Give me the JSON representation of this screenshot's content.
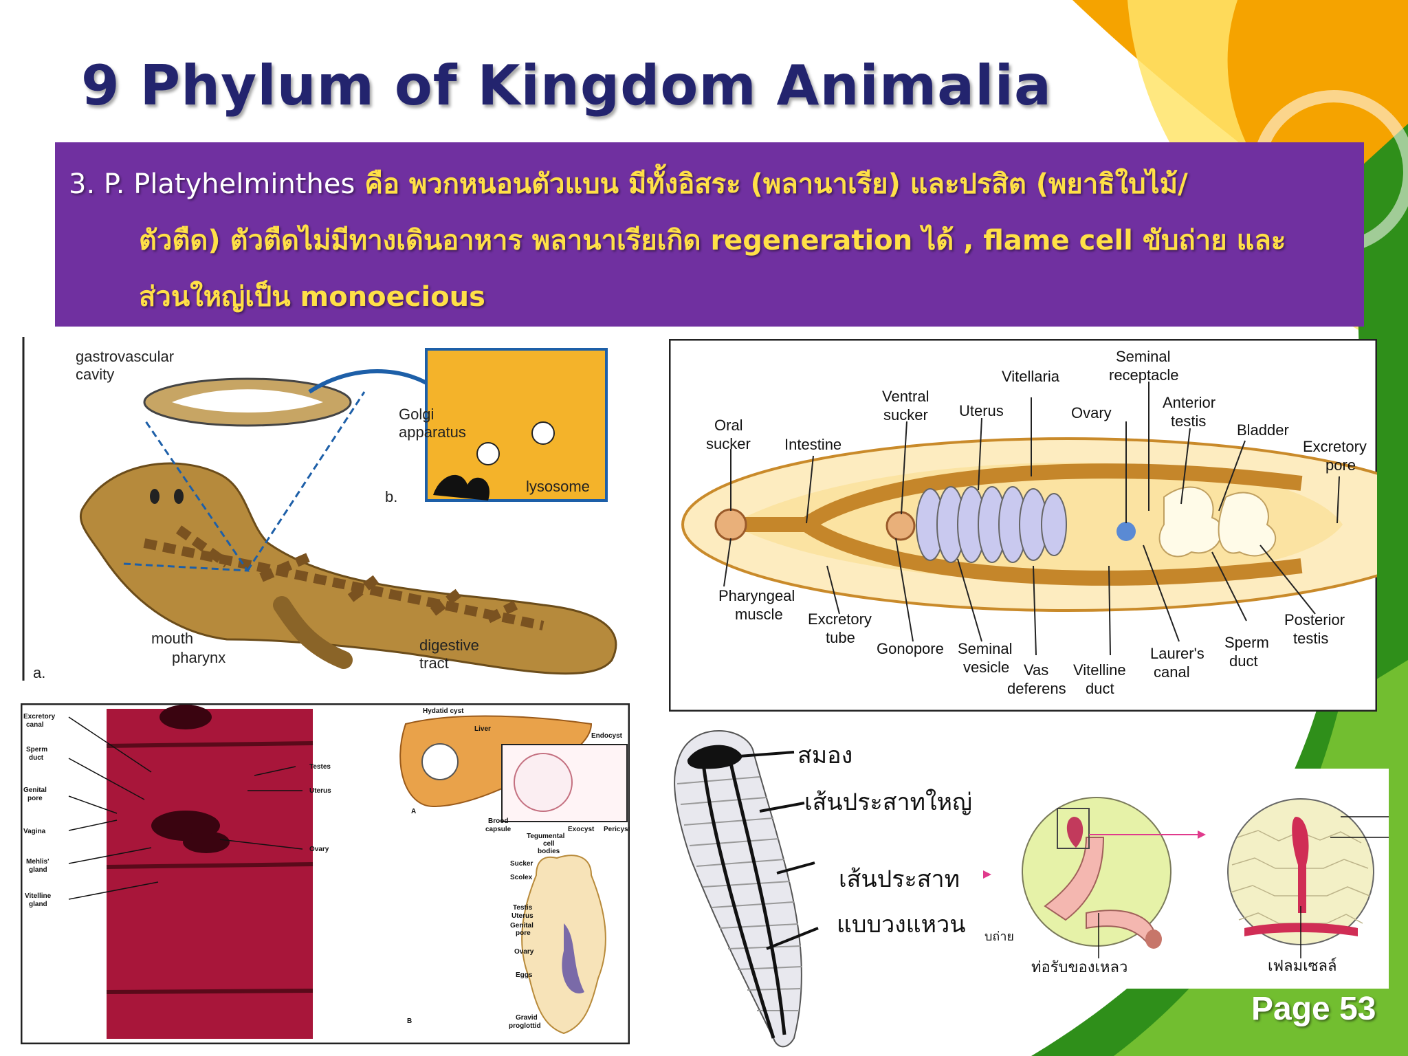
{
  "slide": {
    "title": "9 Phylum of Kingdom Animalia",
    "page_label": "Page 53",
    "colors": {
      "title": "#23246e",
      "banner": "#7030a0",
      "banner_text": "#ffe047",
      "green": "#2f8f1a",
      "orange": "#f2a200"
    }
  },
  "banner": {
    "lead": "3. P. Platyhelminthes",
    "line1": "คือ พวกหนอนตัวแบน มีทั้งอิสระ (พลานาเรีย) และปรสิต (พยาธิใบไม้/",
    "line2": "ตัวตืด) ตัวตืดไม่มีทางเดินอาหาร พลานาเรียเกิด regeneration ได้ , flame cell ขับถ่าย และ",
    "line3": "ส่วนใหญ่เป็น monoecious"
  },
  "planaria": {
    "gastro_1": "gastrovascular",
    "gastro_2": "cavity",
    "golgi_1": "Golgi",
    "golgi_2": "apparatus",
    "lysosome": "lysosome",
    "b": "b.",
    "mouth": "mouth",
    "pharynx": "pharynx",
    "digestive_1": "digestive",
    "digestive_2": "tract",
    "a": "a."
  },
  "fluke": {
    "oral_1": "Oral",
    "oral_2": "sucker",
    "intestine": "Intestine",
    "ventral_1": "Ventral",
    "ventral_2": "sucker",
    "uterus": "Uterus",
    "vitellaria": "Vitellaria",
    "seminal_rec_1": "Seminal",
    "seminal_rec_2": "receptacle",
    "ovary": "Ovary",
    "anterior_1": "Anterior",
    "anterior_2": "testis",
    "bladder": "Bladder",
    "excretory_pore_1": "Excretory",
    "excretory_pore_2": "pore",
    "pharyngeal_1": "Pharyngeal",
    "pharyngeal_2": "muscle",
    "excretory_tube_1": "Excretory",
    "excretory_tube_2": "tube",
    "gonopore": "Gonopore",
    "seminal_ves_1": "Seminal",
    "seminal_ves_2": "vesicle",
    "vas_1": "Vas",
    "vas_2": "deferens",
    "vitelline_1": "Vitelline",
    "vitelline_2": "duct",
    "laurer_1": "Laurer's",
    "laurer_2": "canal",
    "sperm_1": "Sperm",
    "sperm_2": "duct",
    "posterior_1": "Posterior",
    "posterior_2": "testis"
  },
  "tapeworm": {
    "excretory_1": "Excretory",
    "excretory_2": "canal",
    "sperm_1": "Sperm",
    "sperm_2": "duct",
    "genital_1": "Genital",
    "genital_2": "pore",
    "vagina": "Vagina",
    "mehlis_1": "Mehlis'",
    "mehlis_2": "gland",
    "vitelline_1": "Vitelline",
    "vitelline_2": "gland",
    "testes": "Testes",
    "uterus": "Uterus",
    "ovary": "Ovary",
    "hydatid": "Hydatid cyst",
    "liver": "Liver",
    "endocyst": "Endocyst",
    "a": "A",
    "brood_1": "Brood",
    "brood_2": "capsule",
    "tegumental_1": "Tegumental",
    "tegumental_2": "cell",
    "tegumental_3": "bodies",
    "exocyst": "Exocyst",
    "pericyst": "Pericyst",
    "sucker": "Sucker",
    "scolex": "Scolex",
    "testis": "Testis",
    "uterus_b": "Uterus",
    "genital_b_1": "Genital",
    "genital_b_2": "pore",
    "ovary_b": "Ovary",
    "eggs": "Eggs",
    "gravid_1": "Gravid",
    "gravid_2": "proglottid",
    "b": "B"
  },
  "nervous": {
    "brain": "สมอง",
    "main_nerve": "เส้นประสาทใหญ่",
    "ladder_1": "เส้นประสาท",
    "ladder_2": "แบบวงแหวน"
  },
  "flame": {
    "excrete": "บถ่าย",
    "collecting_duct": "ท่อรับของเหลว",
    "flame_cell": "เฟลมเซลล์"
  }
}
